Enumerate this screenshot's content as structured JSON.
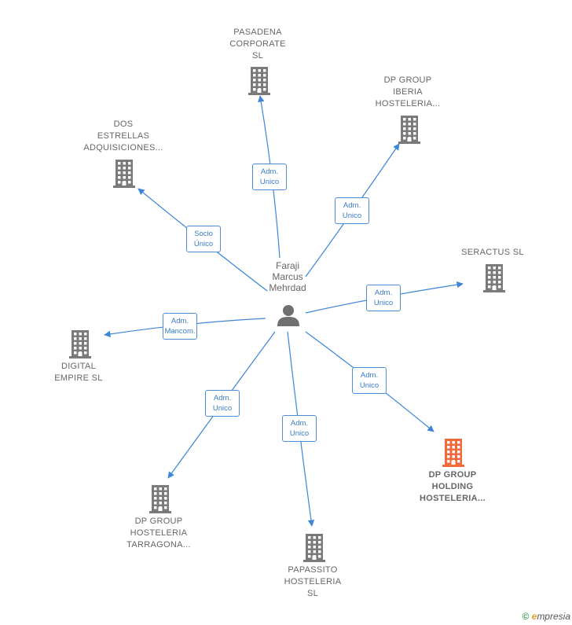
{
  "colors": {
    "edge": "#3d85d6",
    "building": "#7a7a7a",
    "building_highlight": "#f26a3c",
    "person": "#707070",
    "label": "#666666"
  },
  "center": {
    "name_lines": [
      "Faraji",
      "Marcus",
      "Mehrdad"
    ],
    "icon": "person-icon"
  },
  "companies": [
    {
      "id": "pasadena",
      "lines": [
        "PASADENA",
        "CORPORATE",
        "SL"
      ],
      "highlight": false,
      "relation": [
        "Adm.",
        "Unico"
      ]
    },
    {
      "id": "dp-iberia",
      "lines": [
        "DP GROUP",
        "IBERIA",
        "HOSTELERIA..."
      ],
      "highlight": false,
      "relation": [
        "Adm.",
        "Unico"
      ]
    },
    {
      "id": "dos-estrellas",
      "lines": [
        "DOS",
        "ESTRELLAS",
        "ADQUISICIONES..."
      ],
      "highlight": false,
      "relation": [
        "Socio",
        "Único"
      ]
    },
    {
      "id": "seractus",
      "lines": [
        "SERACTUS SL"
      ],
      "highlight": false,
      "relation": [
        "Adm.",
        "Unico"
      ]
    },
    {
      "id": "digital-empire",
      "lines": [
        "DIGITAL",
        "EMPIRE  SL"
      ],
      "highlight": false,
      "relation": [
        "Adm.",
        "Mancom."
      ]
    },
    {
      "id": "dp-holding",
      "lines": [
        "DP GROUP",
        "HOLDING",
        "HOSTELERIA..."
      ],
      "highlight": true,
      "relation": [
        "Adm.",
        "Unico"
      ]
    },
    {
      "id": "dp-tarragona",
      "lines": [
        "DP GROUP",
        "HOSTELERIA",
        "TARRAGONA..."
      ],
      "highlight": false,
      "relation": [
        "Adm.",
        "Unico"
      ]
    },
    {
      "id": "papassito",
      "lines": [
        "PAPASSITO",
        "HOSTELERIA",
        "SL"
      ],
      "highlight": false,
      "relation": [
        "Adm.",
        "Unico"
      ]
    }
  ],
  "footer": {
    "copyright": "©",
    "brand_initial": "e",
    "brand_rest": "mpresia"
  }
}
